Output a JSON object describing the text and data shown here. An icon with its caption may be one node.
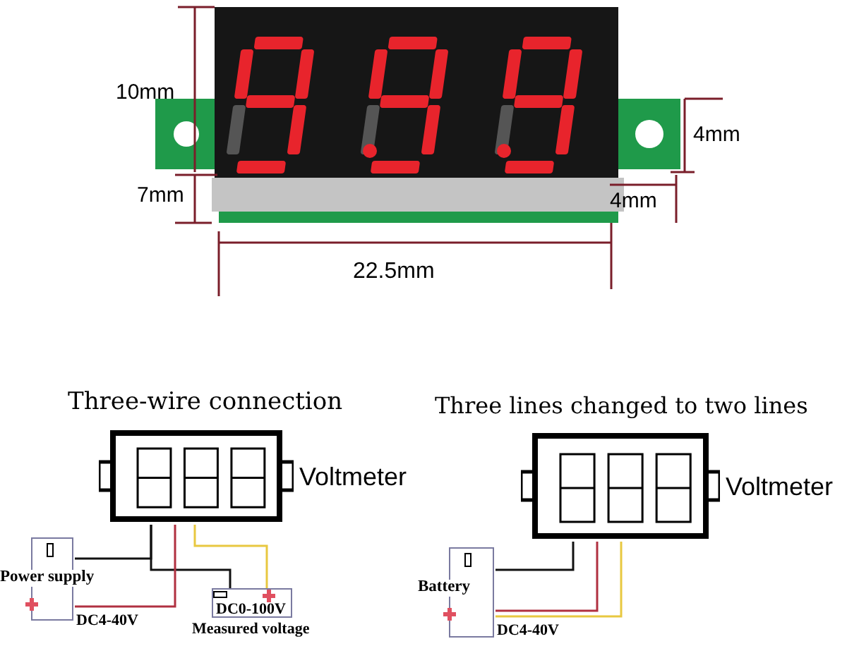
{
  "diagram": {
    "nodes": [
      {
        "text": [
          "Voltmeter"
        ]
      },
      {
        "text": [
          "Power supply"
        ],
        "beside": [
          "DC4-40V"
        ]
      },
      {
        "text": [
          "DC0-100V"
        ],
        "beside": [
          "Measured voltage"
        ]
      },
      {
        "text": [
          "Voltmeter"
        ]
      },
      {
        "text": [
          "Battery"
        ],
        "beside": [
          "DC4-40V"
        ]
      }
    ],
    "edges": [
      {
        "from": 0,
        "to": 1,
        "arrow": "none"
      },
      {
        "from": 0,
        "to": 2,
        "arrow": "none"
      },
      {
        "from": 0,
        "to": 1,
        "arrow": "none",
        "color": "#b03040"
      },
      {
        "from": 0,
        "to": 2,
        "arrow": "none",
        "color": "#e8c840"
      },
      {
        "from": 3,
        "to": 4,
        "arrow": "none"
      },
      {
        "from": 3,
        "to": 4,
        "arrow": "none",
        "color": "#b03040"
      },
      {
        "from": 3,
        "to": 4,
        "arrow": "none",
        "color": "#e8c840"
      }
    ],
    "labels": [
      "10mm",
      "4mm",
      "7mm",
      "4mm",
      "22.5mm",
      "Three-wire connection",
      "Three lines changed to two lines"
    ]
  }
}
